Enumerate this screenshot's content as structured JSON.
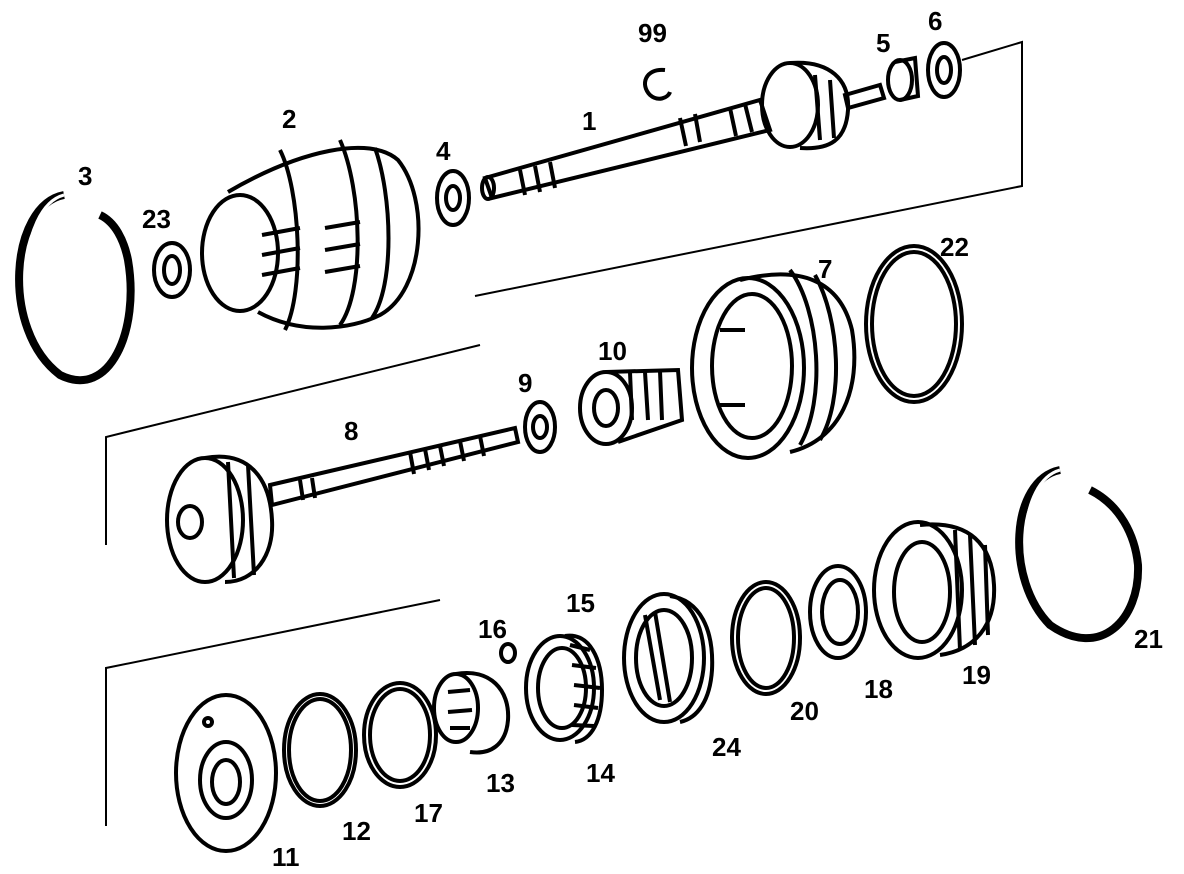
{
  "labels": {
    "p1": "1",
    "p2": "2",
    "p3": "3",
    "p4": "4",
    "p5": "5",
    "p6": "6",
    "p7": "7",
    "p8": "8",
    "p9": "9",
    "p10": "10",
    "p11": "11",
    "p12": "12",
    "p13": "13",
    "p14": "14",
    "p15": "15",
    "p16": "16",
    "p17": "17",
    "p18": "18",
    "p19": "19",
    "p20": "20",
    "p21": "21",
    "p22": "22",
    "p23": "23",
    "p24": "24",
    "p99": "99"
  },
  "colors": {
    "ink": "#000000",
    "paper": "#ffffff"
  }
}
